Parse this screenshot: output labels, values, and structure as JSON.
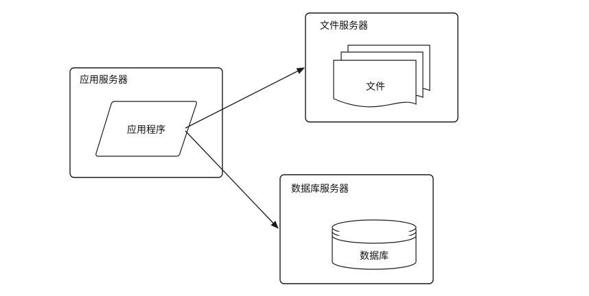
{
  "nodes": {
    "app_server": {
      "title": "应用服务器"
    },
    "app_program": {
      "label": "应用程序"
    },
    "file_server": {
      "title": "文件服务器"
    },
    "files": {
      "label": "文件"
    },
    "db_server": {
      "title": "数据库服务器"
    },
    "database": {
      "label": "数据库"
    }
  },
  "edges": [
    {
      "from": "app_program",
      "to": "file_server"
    },
    {
      "from": "app_program",
      "to": "db_server"
    }
  ]
}
